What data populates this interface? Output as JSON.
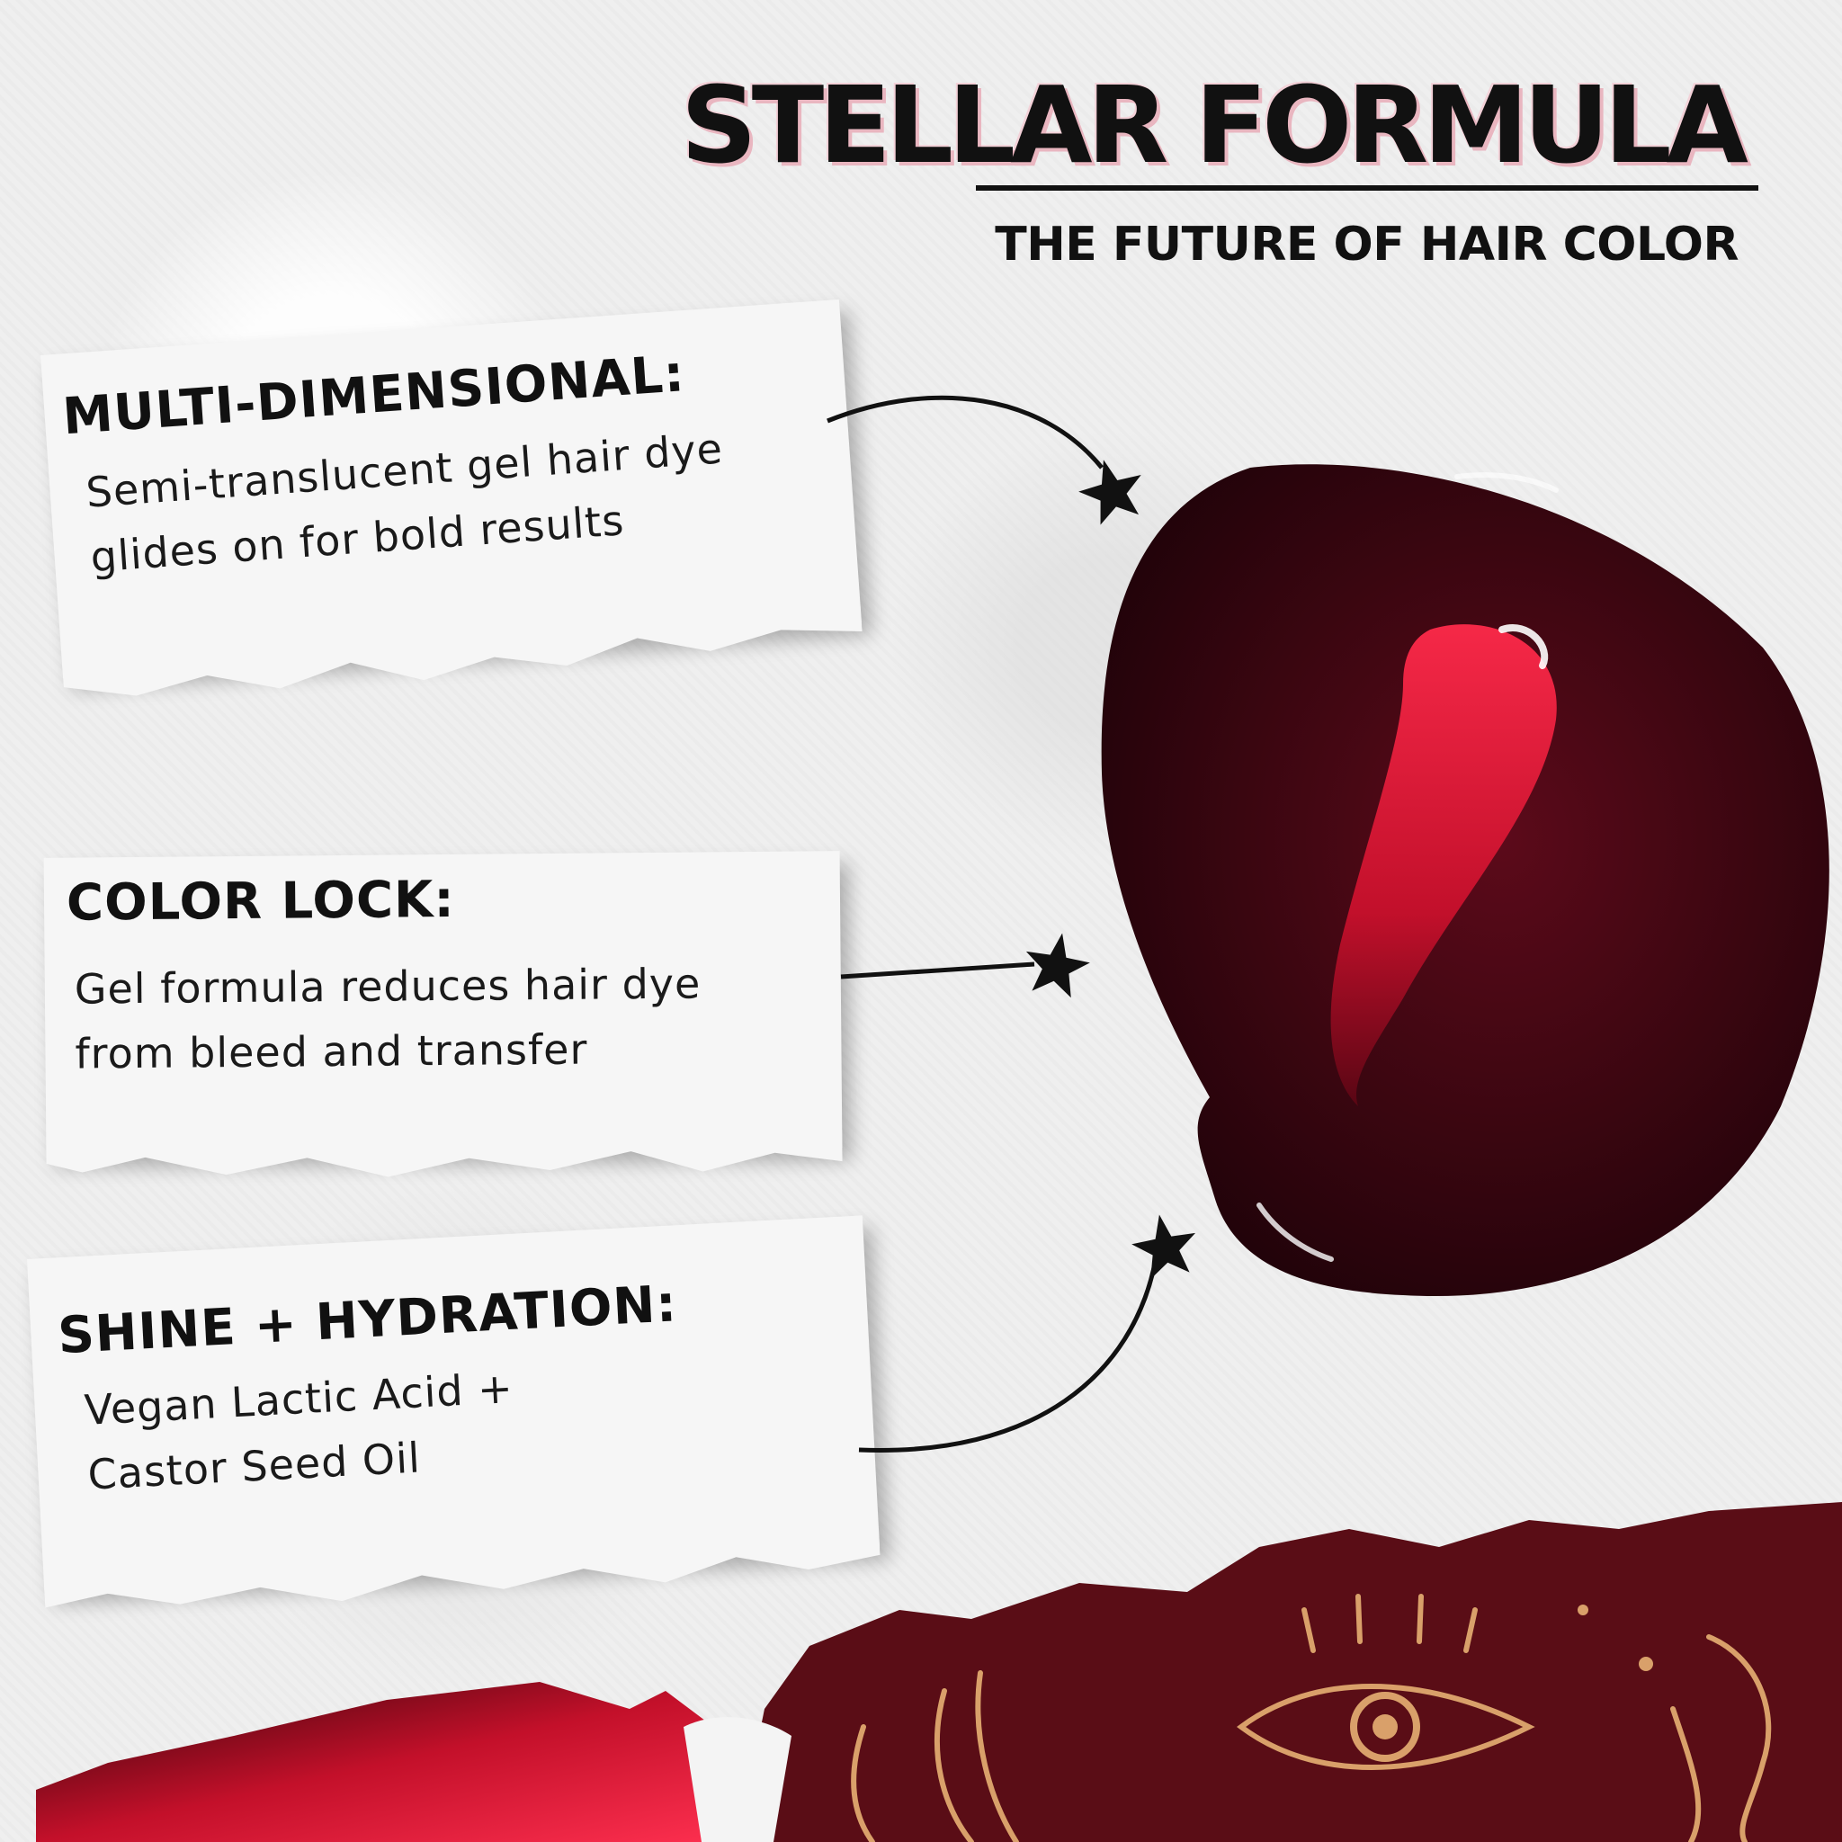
{
  "header": {
    "title": "STELLAR FORMULA",
    "subtitle": "THE FUTURE OF HAIR COLOR"
  },
  "features": [
    {
      "heading": "MULTI-DIMENSIONAL:",
      "body_line1": "Semi-translucent gel hair dye",
      "body_line2": "glides on for bold results"
    },
    {
      "heading": "COLOR LOCK:",
      "body_line1": "Gel formula reduces hair dye",
      "body_line2": "from bleed and transfer"
    },
    {
      "heading": "SHINE + HYDRATION:",
      "body_line1": "Vegan Lactic Acid +",
      "body_line2": "Castor Seed Oil"
    }
  ],
  "icons": {
    "pointer": "star-icon",
    "illustration": "eye-icon"
  },
  "colors": {
    "title_ink": "#111111",
    "title_glow": "#e9b6c0",
    "dye_dark": "#3a0610",
    "dye_highlight": "#d0142f",
    "band_red": "#5a0d16",
    "gold_lines": "#d9a06a"
  }
}
